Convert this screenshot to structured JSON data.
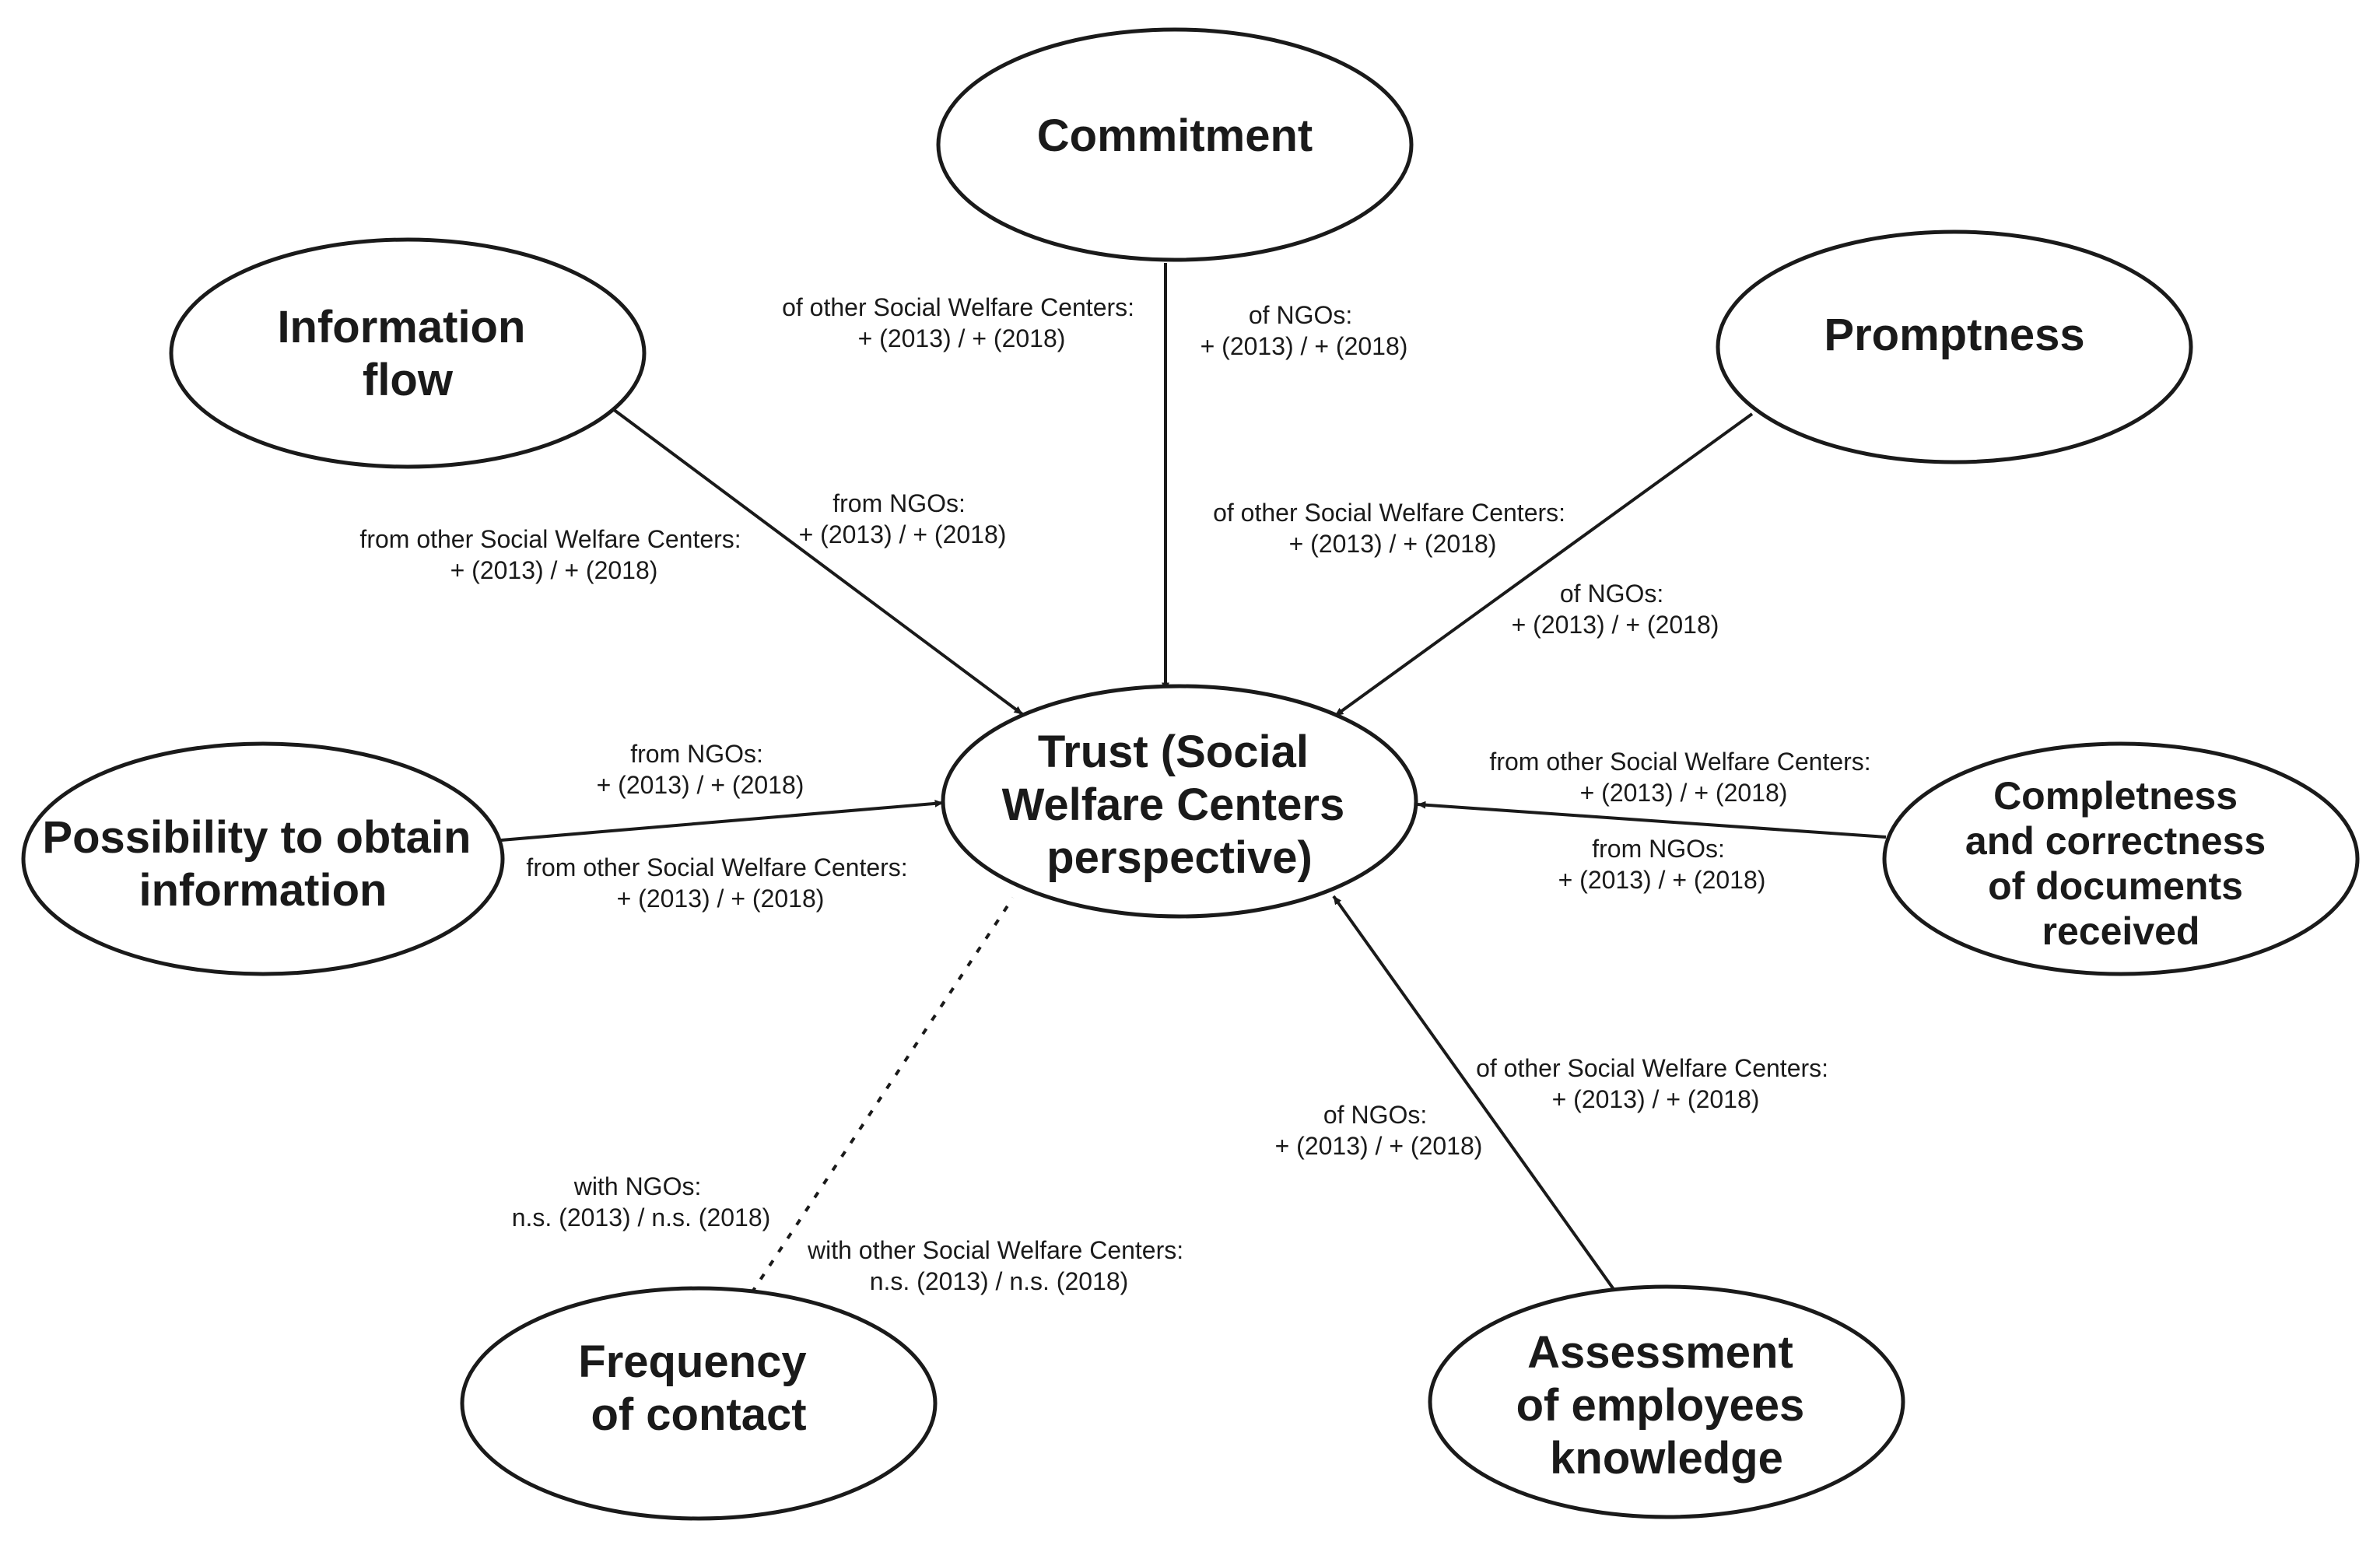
{
  "nodes": {
    "center": {
      "lines": [
        "Trust (Social",
        "Welfare Centers",
        "perspective)"
      ]
    },
    "commitment": {
      "lines": [
        "Commitment"
      ]
    },
    "information_flow": {
      "lines": [
        "Information",
        "flow"
      ]
    },
    "promptness": {
      "lines": [
        "Promptness"
      ]
    },
    "possibility": {
      "lines": [
        "Possibility to obtain",
        "information"
      ]
    },
    "completeness": {
      "lines": [
        "Completness",
        "and correctness",
        "of documents",
        "received"
      ]
    },
    "frequency": {
      "lines": [
        "Frequency",
        "of contact"
      ]
    },
    "assessment": {
      "lines": [
        "Assessment",
        "of employees",
        "knowledge"
      ]
    }
  },
  "edge_labels": {
    "commitment_swc": [
      "of other Social Welfare Centers:",
      "+ (2013) / + (2018)"
    ],
    "commitment_ngo": [
      "of NGOs:",
      "+ (2013) / + (2018)"
    ],
    "infoflow_ngo": [
      "from NGOs:",
      "+ (2013) / + (2018)"
    ],
    "infoflow_swc": [
      "from other Social Welfare Centers:",
      "+ (2013) / + (2018)"
    ],
    "promptness_swc": [
      "of other Social Welfare Centers:",
      "+ (2013) / + (2018)"
    ],
    "promptness_ngo": [
      "of NGOs:",
      "+ (2013) / + (2018)"
    ],
    "possibility_ngo": [
      "from NGOs:",
      "+ (2013) / + (2018)"
    ],
    "possibility_swc": [
      "from other Social Welfare Centers:",
      "+ (2013) / + (2018)"
    ],
    "completeness_swc": [
      "from other Social Welfare Centers:",
      "+ (2013) / + (2018)"
    ],
    "completeness_ngo": [
      "from NGOs:",
      "+ (2013) / + (2018)"
    ],
    "assessment_swc": [
      "of other Social Welfare Centers:",
      "+ (2013) / + (2018)"
    ],
    "assessment_ngo": [
      "of NGOs:",
      "+ (2013) / + (2018)"
    ],
    "frequency_ngo": [
      "with NGOs:",
      "n.s. (2013) / n.s. (2018)"
    ],
    "frequency_swc": [
      "with other Social Welfare Centers:",
      "n.s. (2013) / n.s. (2018)"
    ]
  }
}
